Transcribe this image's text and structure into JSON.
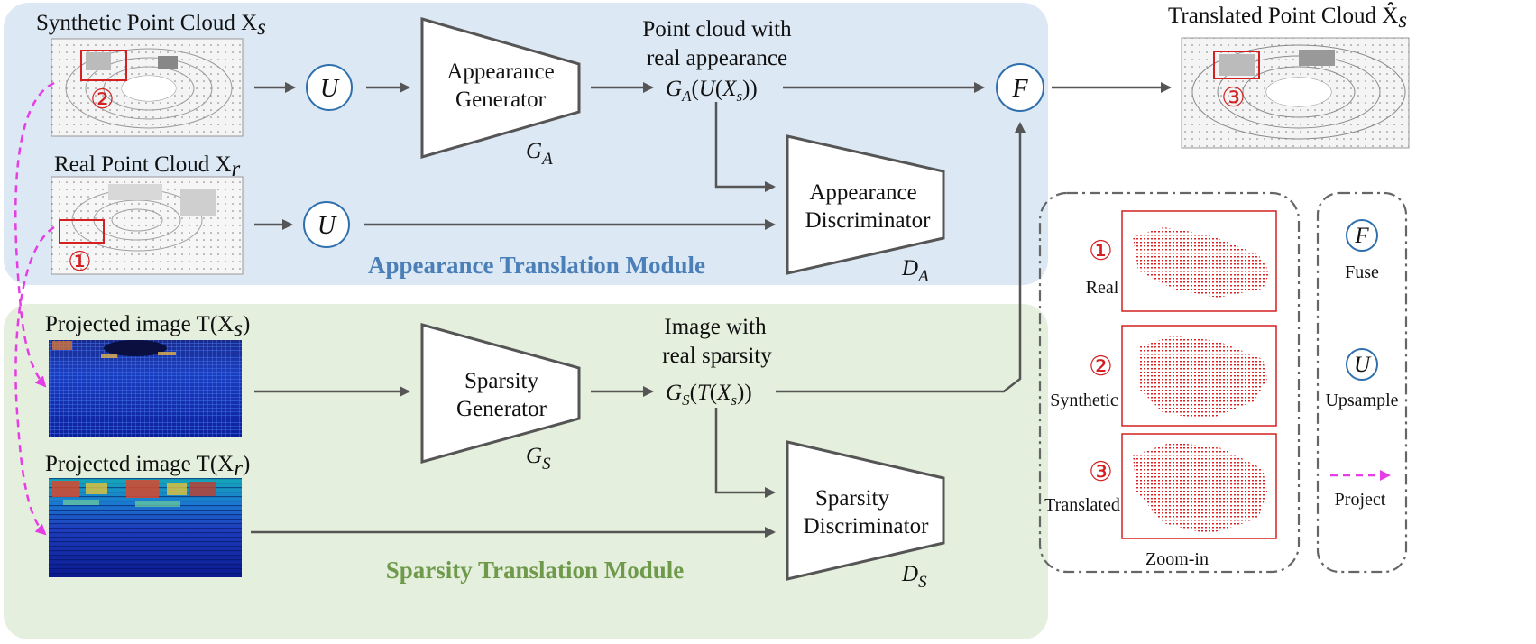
{
  "colors": {
    "appearance_panel": "#dce8f4",
    "sparsity_panel": "#e5efdd",
    "appearance_title": "#4a7fb8",
    "sparsity_title": "#6f9a4b",
    "circle_stroke": "#2f6fae",
    "red_marker": "#d42020",
    "project_arrow": "#e63de6",
    "arrow": "#555555"
  },
  "top": {
    "synthetic_label": "Synthetic Point Cloud X",
    "synthetic_sub": "s",
    "real_label": "Real Point Cloud X",
    "real_sub": "r",
    "translated_label": "Translated Point Cloud X̂",
    "translated_sub": "s"
  },
  "appearance": {
    "generator_line1": "Appearance",
    "generator_line2": "Generator",
    "generator_symbol": "G",
    "generator_sub": "A",
    "output_caption_line1": "Point cloud with",
    "output_caption_line2": "real appearance",
    "output_formula": "G_A(U(X_s))",
    "discriminator_line1": "Appearance",
    "discriminator_line2": "Discriminator",
    "discriminator_symbol": "D",
    "discriminator_sub": "A",
    "module_title": "Appearance Translation Module"
  },
  "sparsity": {
    "proj_synthetic_label": "Projected image T(X",
    "proj_synthetic_sub": "s",
    "proj_real_label": "Projected image T(X",
    "proj_real_sub": "r",
    "generator_line1": "Sparsity",
    "generator_line2": "Generator",
    "generator_symbol": "G",
    "generator_sub": "S",
    "output_caption_line1": "Image with",
    "output_caption_line2": "real sparsity",
    "output_formula": "G_S(T(X_s))",
    "discriminator_line1": "Sparsity",
    "discriminator_line2": "Discriminator",
    "discriminator_symbol": "D",
    "discriminator_sub": "S",
    "module_title": "Sparsity Translation Module"
  },
  "ops": {
    "upsample_symbol": "U",
    "fuse_symbol": "F"
  },
  "zoom": {
    "title": "Zoom-in",
    "items": [
      {
        "num": "①",
        "label": "Real"
      },
      {
        "num": "②",
        "label": "Synthetic"
      },
      {
        "num": "③",
        "label": "Translated"
      }
    ]
  },
  "legend": {
    "fuse_symbol": "F",
    "fuse_label": "Fuse",
    "upsample_symbol": "U",
    "upsample_label": "Upsample",
    "project_label": "Project"
  },
  "markers": {
    "m1": "①",
    "m2": "②",
    "m3": "③"
  }
}
